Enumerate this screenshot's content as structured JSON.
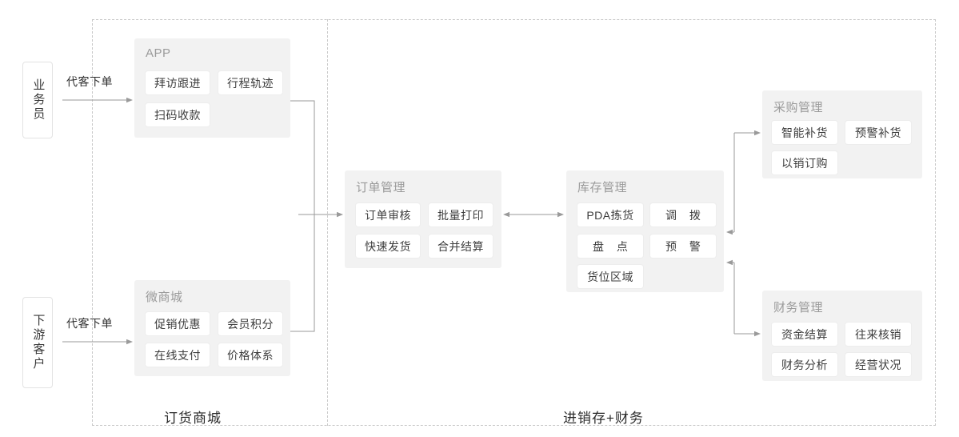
{
  "diagram": {
    "title_hidden": "",
    "colors": {
      "panel_bg": "#f2f2f2",
      "chip_bg": "#ffffff",
      "chip_border": "#ededed",
      "dashed_border": "#c9c9c9",
      "connector": "#9a9a9a",
      "title_text": "#9a9a9a",
      "body_text": "#3d3d3d"
    },
    "actors": [
      {
        "id": "salesperson",
        "label": "业务员"
      },
      {
        "id": "downstream-customer",
        "label": "下游客户"
      }
    ],
    "flow_labels": [
      {
        "id": "flow-top",
        "label": "代客下单"
      },
      {
        "id": "flow-bottom",
        "label": "代客下单"
      }
    ],
    "panels": [
      {
        "id": "app",
        "title": "APP",
        "chips": [
          "拜访跟进",
          "行程轨迹",
          "扫码收款"
        ]
      },
      {
        "id": "wechat-mall",
        "title": "微商城",
        "chips": [
          "促销优惠",
          "会员积分",
          "在线支付",
          "价格体系"
        ]
      },
      {
        "id": "order-management",
        "title": "订单管理",
        "chips": [
          "订单审核",
          "批量打印",
          "快速发货",
          "合并结算"
        ]
      },
      {
        "id": "inventory-management",
        "title": "库存管理",
        "chips": [
          "PDA拣货",
          "调 拨",
          "盘 点",
          "预 警",
          "货位区域"
        ]
      },
      {
        "id": "purchase-management",
        "title": "采购管理",
        "chips": [
          "智能补货",
          "预警补货",
          "以销订购"
        ]
      },
      {
        "id": "finance-management",
        "title": "财务管理",
        "chips": [
          "资金结算",
          "往来核销",
          "财务分析",
          "经营状况"
        ]
      }
    ],
    "sections": [
      {
        "id": "ordering-mall",
        "caption": "订货商城"
      },
      {
        "id": "erp-finance",
        "caption": "进销存+财务"
      }
    ]
  }
}
